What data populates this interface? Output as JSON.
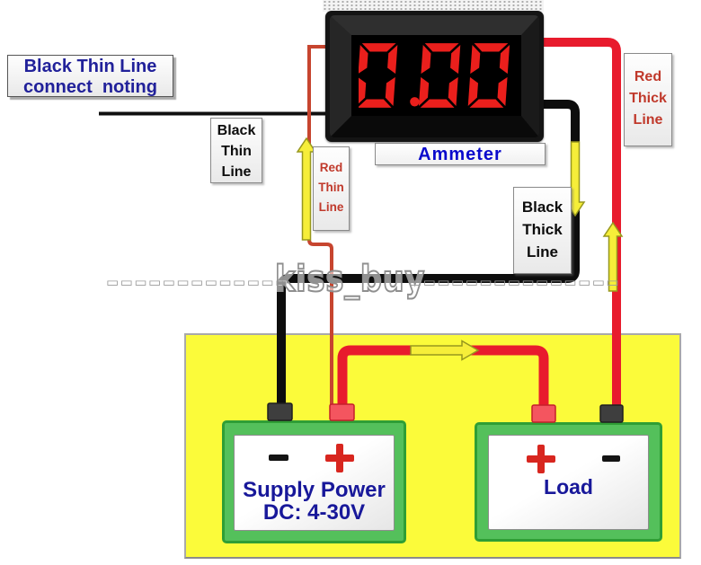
{
  "note_box": {
    "line1": "Black Thin Line",
    "line2": "connect  noting"
  },
  "wire_labels": {
    "black_thin": {
      "line1": "Black",
      "line2": "Thin",
      "line3": "Line"
    },
    "red_thin": {
      "line1": "Red",
      "line2": "Thin",
      "line3": "Line"
    },
    "black_thick": {
      "line1": "Black",
      "line2": "Thick",
      "line3": "Line"
    },
    "red_thick": {
      "line1": "Red",
      "line2": "Thick",
      "line3": "Line"
    }
  },
  "ammeter": {
    "label": "Ammeter",
    "display_value": "0.00"
  },
  "watermark": {
    "text": "kiss_buy",
    "dashes_left": "▭▭▭▭▭▭▭▭▭▭▭▭▭",
    "dashes_right": "▭▭▭▭▭▭▭▭▭▭▭▭▭▭▭"
  },
  "supply": {
    "polarity_left": "-",
    "polarity_right": "+",
    "line1": "Supply Power",
    "line2": "DC: 4-30V"
  },
  "load": {
    "polarity_left": "+",
    "polarity_right": "-",
    "label": "Load"
  },
  "colors": {
    "wire_red_thick": "#e81b2d",
    "wire_red_thin": "#c7452f",
    "wire_black_thick": "#0d0d0d",
    "wire_black_thin": "#101010",
    "arrow_fill": "#f6ee39",
    "arrow_stroke": "#97971e",
    "panel_yellow": "#fbfb3a",
    "box_green": "#54c05b",
    "terminal_red": "#f4555f",
    "terminal_dark": "#3e3e3e",
    "digit_red": "#ea1f1c",
    "label_blue": "#21219a"
  }
}
